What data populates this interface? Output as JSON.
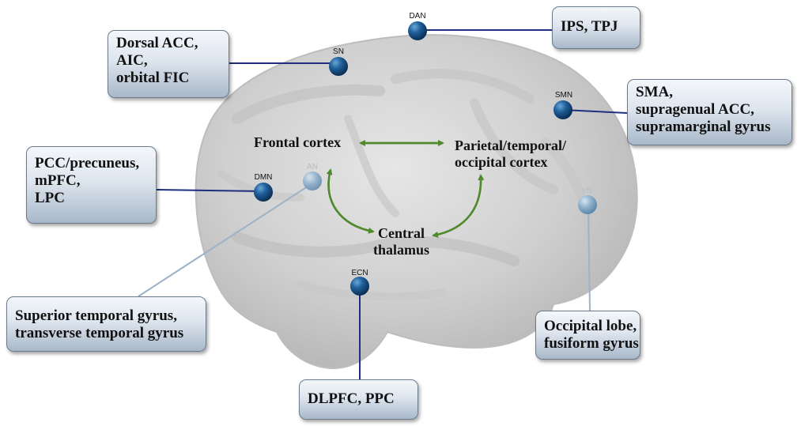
{
  "nodes": {
    "dan": "DAN",
    "sn": "SN",
    "smn": "SMN",
    "dmn": "DMN",
    "an": "AN",
    "vn": "VN",
    "ecn": "ECN"
  },
  "regions": {
    "frontal": "Frontal cortex",
    "parietal": [
      "Parietal/temporal/",
      "occipital cortex"
    ],
    "thalamus": [
      "Central",
      "thalamus"
    ]
  },
  "boxes": {
    "sn": [
      "Dorsal ACC,",
      "AIC,",
      "orbital FIC"
    ],
    "dan": [
      "IPS, TPJ"
    ],
    "smn": [
      "SMA,",
      "supragenual ACC,",
      "supramarginal gyrus"
    ],
    "dmn": [
      "PCC/precuneus,",
      "mPFC,",
      "LPC"
    ],
    "an": [
      "Superior temporal gyrus,",
      "transverse temporal gyrus"
    ],
    "vn": [
      "Occipital lobe,",
      "fusiform gyrus"
    ],
    "ecn": [
      "DLPFC, PPC"
    ]
  },
  "colors": {
    "node": "#1f5f9a",
    "node_light": "#8fb1cc",
    "connector": "#1c2f80",
    "connector_light": "#9eb2c6",
    "arrow": "#4f8a2c",
    "brain": "#d6d6d6"
  }
}
